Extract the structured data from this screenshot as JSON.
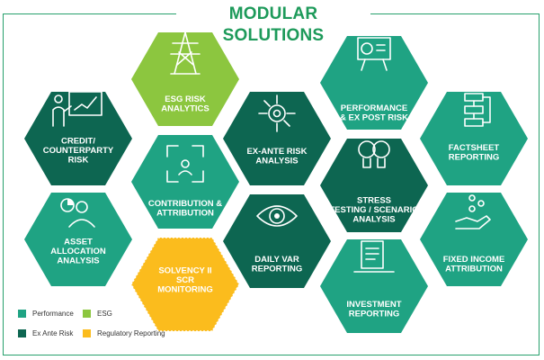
{
  "title": "MODULAR SOLUTIONS",
  "colors": {
    "performance": "#1fa383",
    "ex_ante_risk": "#0d6651",
    "esg": "#8cc63f",
    "regulatory": "#fbbc1d",
    "title_green": "#1d9a5a",
    "frame_green": "#27a06c"
  },
  "modules": [
    {
      "id": "credit",
      "category": "ex_ante_risk",
      "lines": [
        "CREDIT/",
        "COUNTERPARTY",
        "RISK"
      ],
      "icon": "presentation-chart-icon"
    },
    {
      "id": "esg",
      "category": "esg",
      "lines": [
        "ESG RISK",
        "ANALYTICS"
      ],
      "icon": "power-tower-icon"
    },
    {
      "id": "contribution",
      "category": "performance",
      "lines": [
        "CONTRIBUTION &",
        "ATTRIBUTION"
      ],
      "icon": "arrows-person-icon"
    },
    {
      "id": "asset",
      "category": "performance",
      "lines": [
        "ASSET",
        "ALLOCATION",
        "ANALYSIS"
      ],
      "icon": "person-pie-icon"
    },
    {
      "id": "solvency",
      "category": "regulatory",
      "lines": [
        "SOLVENCY II",
        "SCR",
        "MONITORING"
      ],
      "icon": ""
    },
    {
      "id": "exante",
      "category": "ex_ante_risk",
      "lines": [
        "EX-ANTE RISK",
        "ANALYSIS"
      ],
      "icon": "gear-circuit-icon"
    },
    {
      "id": "dailyvar",
      "category": "ex_ante_risk",
      "lines": [
        "DAILY VAR",
        "REPORTING"
      ],
      "icon": "eye-icon"
    },
    {
      "id": "perf_expost",
      "category": "performance",
      "lines": [
        "PERFORMANCE",
        "& EX POST RISK"
      ],
      "icon": "easel-chart-icon"
    },
    {
      "id": "stress",
      "category": "ex_ante_risk",
      "lines": [
        "STRESS",
        "TESTING / SCENARIO",
        "ANALYSIS"
      ],
      "icon": "lightbulbs-icon"
    },
    {
      "id": "investment",
      "category": "performance",
      "lines": [
        "INVESTMENT",
        "REPORTING"
      ],
      "icon": "document-pen-icon"
    },
    {
      "id": "factsheet",
      "category": "performance",
      "lines": [
        "FACTSHEET",
        "REPORTING"
      ],
      "icon": "flowchart-icon"
    },
    {
      "id": "fixedincome",
      "category": "performance",
      "lines": [
        "FIXED INCOME",
        "ATTRIBUTION"
      ],
      "icon": "hand-coins-icon"
    }
  ],
  "legend": [
    {
      "label": "Performance",
      "color": "#1fa383"
    },
    {
      "label": "ESG",
      "color": "#8cc63f"
    },
    {
      "label": "Ex Ante Risk",
      "color": "#0d6651"
    },
    {
      "label": "Regulatory Reporting",
      "color": "#fbbc1d"
    }
  ]
}
